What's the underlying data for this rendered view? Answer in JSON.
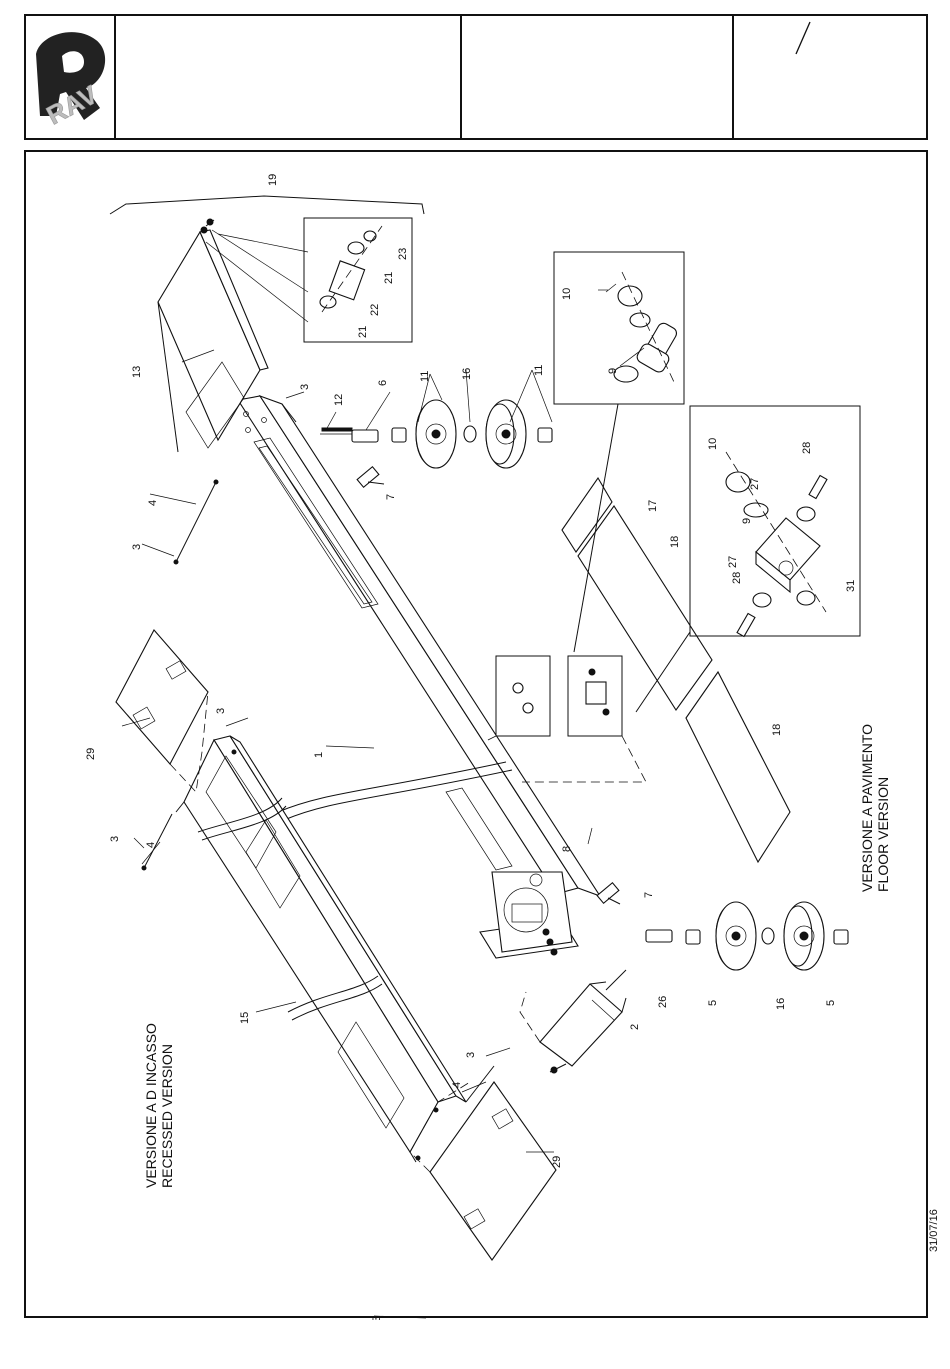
{
  "header": {
    "brand_logo": "RAV",
    "revision_mark": "/"
  },
  "labels": {
    "recessed_version": [
      "VERSIONE A D INCASSO",
      "RECESSED VERSION"
    ],
    "floor_version": [
      "VERSIONE A PAVIMENTO",
      "FLOOR VERSION"
    ]
  },
  "callouts": [
    "1",
    "2",
    "3",
    "4",
    "5",
    "6",
    "7",
    "8",
    "9",
    "10",
    "11",
    "12",
    "13",
    "15",
    "16",
    "17",
    "18",
    "19",
    "21",
    "22",
    "23",
    "26",
    "27",
    "28",
    "29",
    "31"
  ],
  "date": "31/07/16"
}
